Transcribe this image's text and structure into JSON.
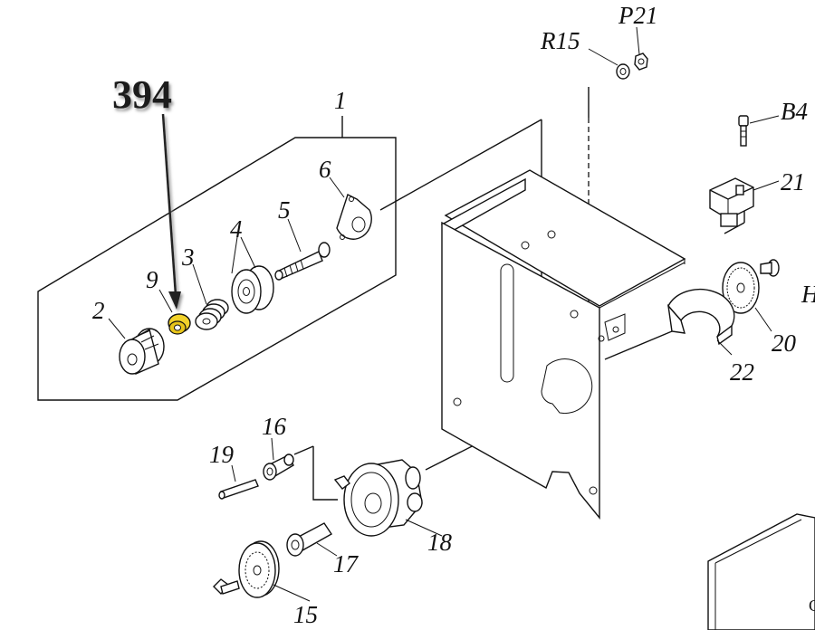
{
  "callout": {
    "label": "394",
    "highlight_color": "#f2d22a",
    "shadow_color": "#7a7a7a"
  },
  "part_labels": {
    "p1": "1",
    "p2": "2",
    "p3": "3",
    "p4": "4",
    "p5": "5",
    "p6": "6",
    "p9": "9",
    "p15": "15",
    "p16": "16",
    "p17": "17",
    "p18": "18",
    "p19": "19",
    "p20": "20",
    "p21": "21",
    "p22": "22",
    "r15": "R15",
    "p21b": "P21",
    "b4": "B4",
    "h": "H"
  },
  "partial_text": {
    "lower_right": "C"
  },
  "colors": {
    "line": "#111111",
    "background": "#ffffff",
    "highlight": "#f2d22a"
  }
}
